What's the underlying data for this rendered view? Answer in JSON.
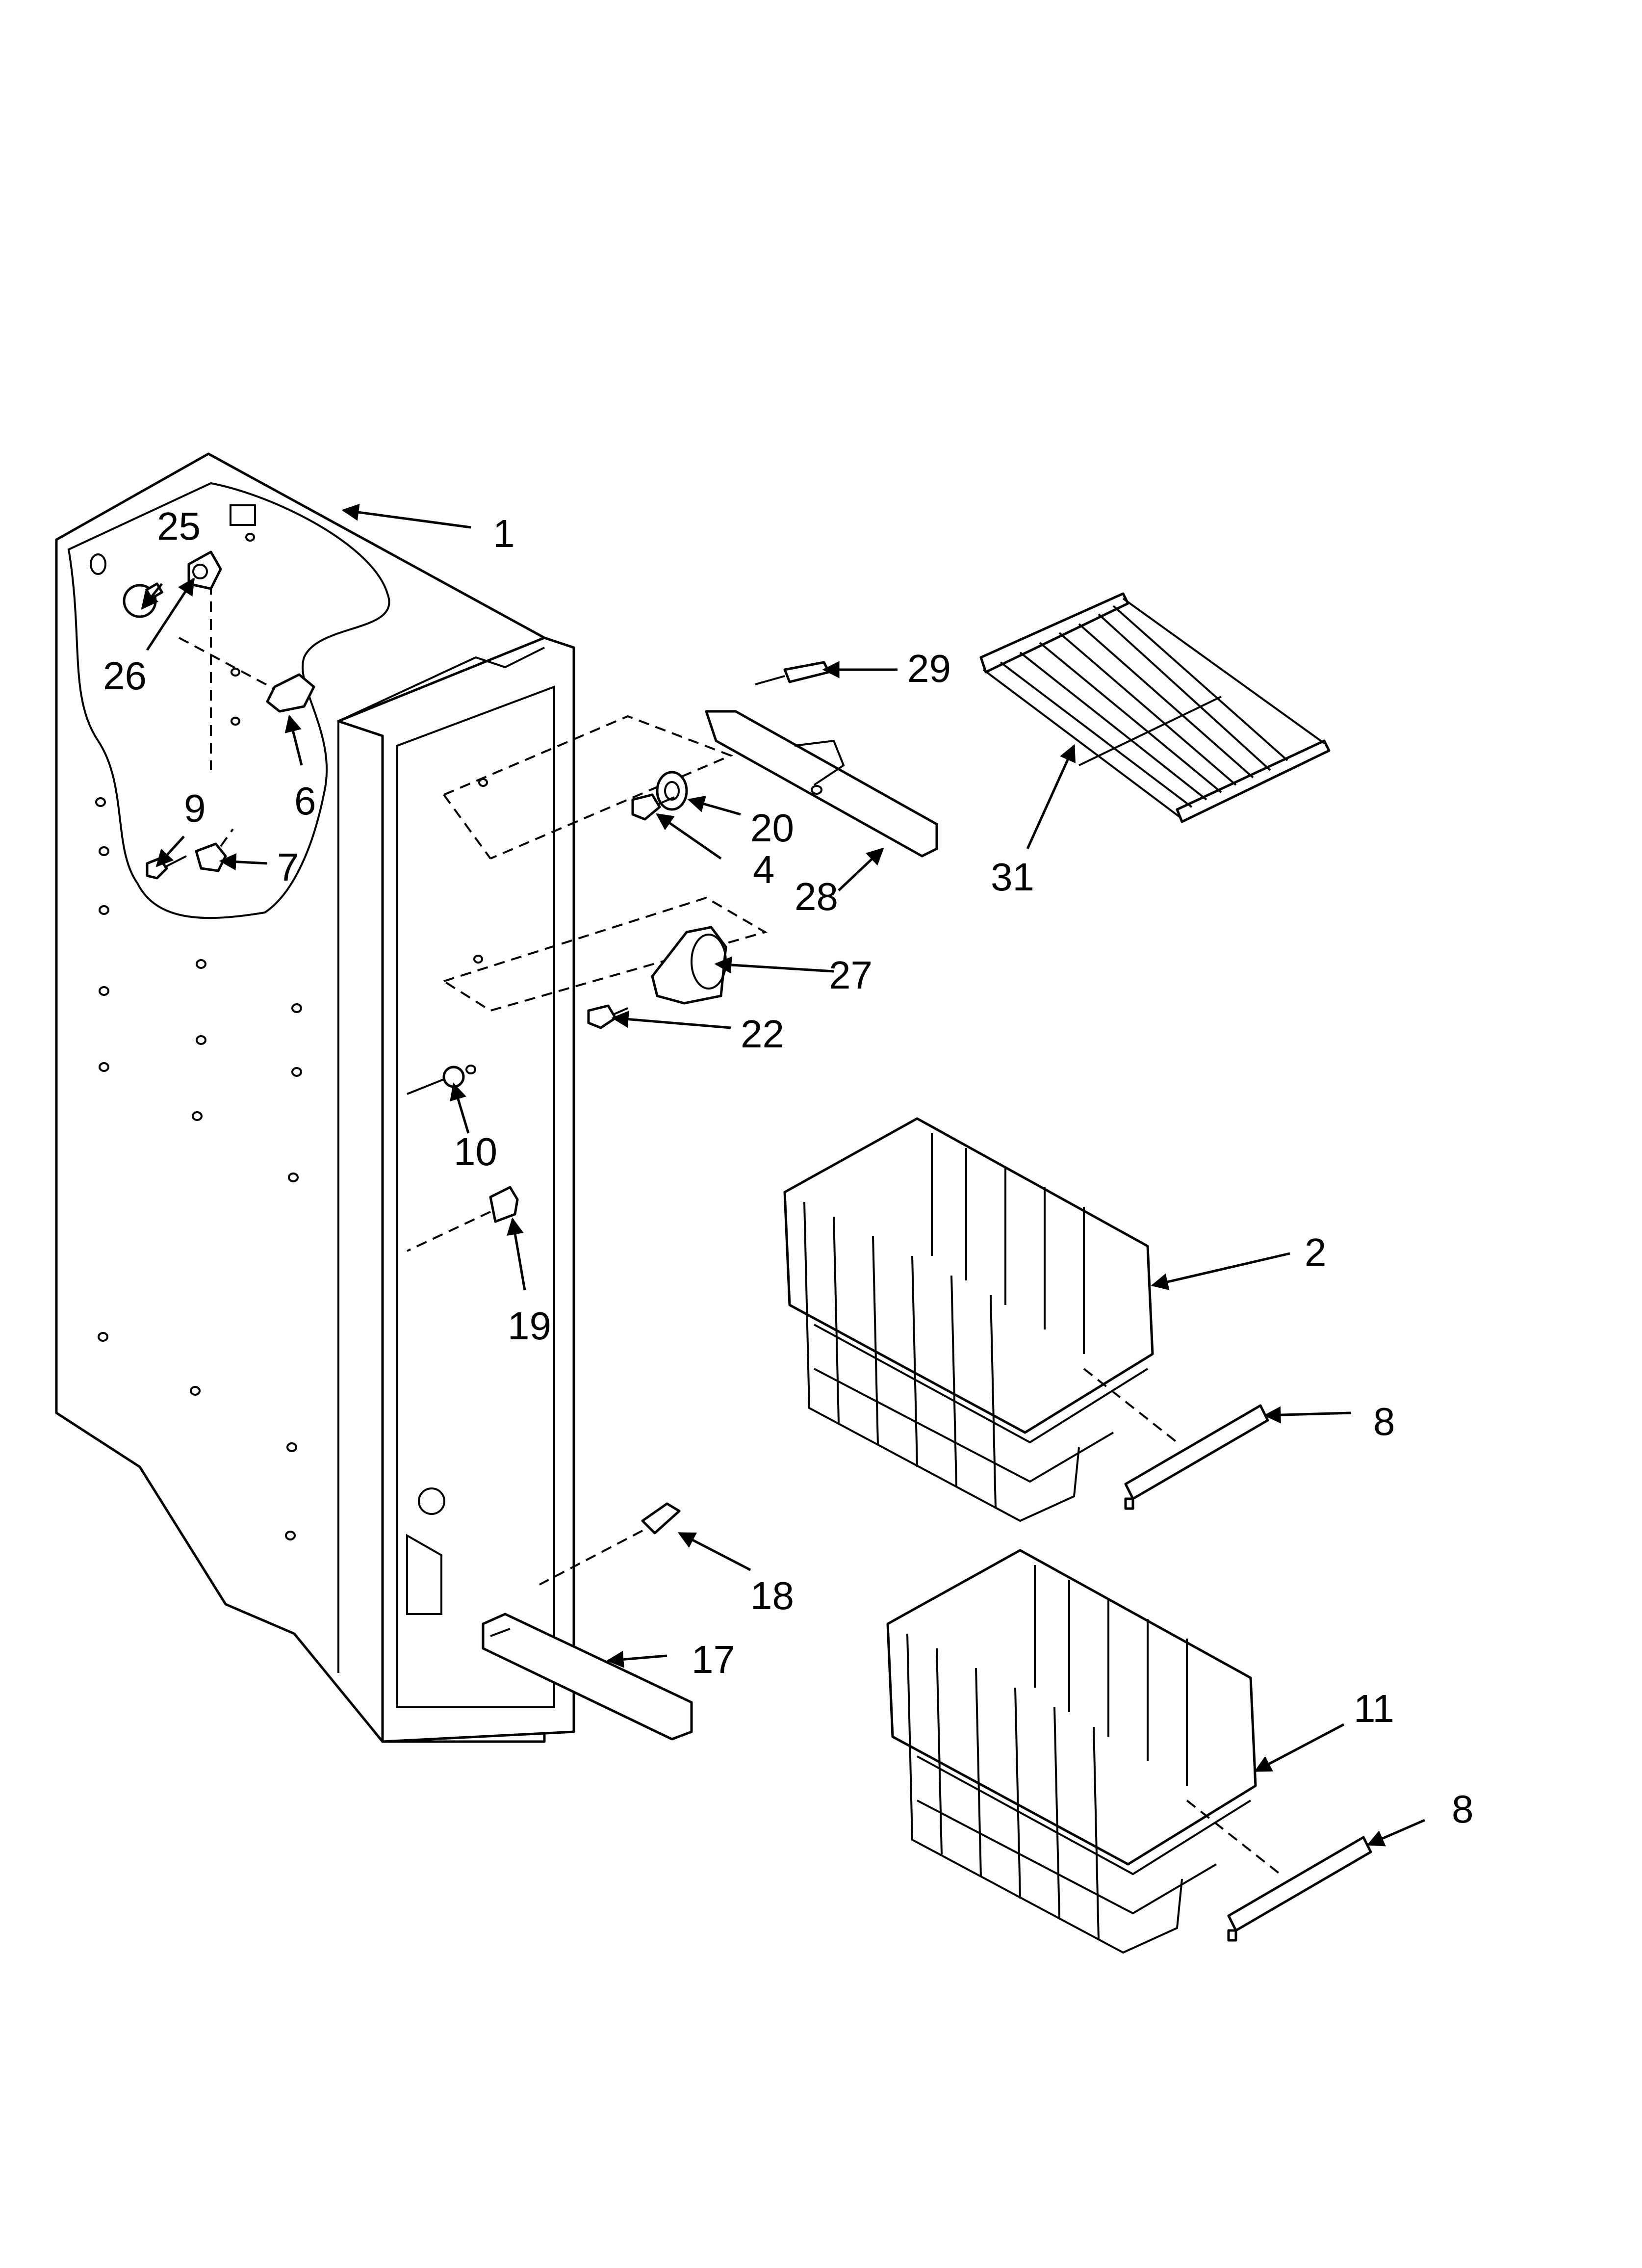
{
  "callouts": [
    {
      "id": "c1",
      "label": "1"
    },
    {
      "id": "c2",
      "label": "2"
    },
    {
      "id": "c4",
      "label": "4"
    },
    {
      "id": "c6",
      "label": "6"
    },
    {
      "id": "c7",
      "label": "7"
    },
    {
      "id": "c8a",
      "label": "8"
    },
    {
      "id": "c8b",
      "label": "8"
    },
    {
      "id": "c9",
      "label": "9"
    },
    {
      "id": "c10",
      "label": "10"
    },
    {
      "id": "c11",
      "label": "11"
    },
    {
      "id": "c17",
      "label": "17"
    },
    {
      "id": "c18",
      "label": "18"
    },
    {
      "id": "c19",
      "label": "19"
    },
    {
      "id": "c20",
      "label": "20"
    },
    {
      "id": "c22",
      "label": "22"
    },
    {
      "id": "c25",
      "label": "25"
    },
    {
      "id": "c26",
      "label": "26"
    },
    {
      "id": "c27",
      "label": "27"
    },
    {
      "id": "c28",
      "label": "28"
    },
    {
      "id": "c29",
      "label": "29"
    },
    {
      "id": "c31",
      "label": "31"
    }
  ]
}
